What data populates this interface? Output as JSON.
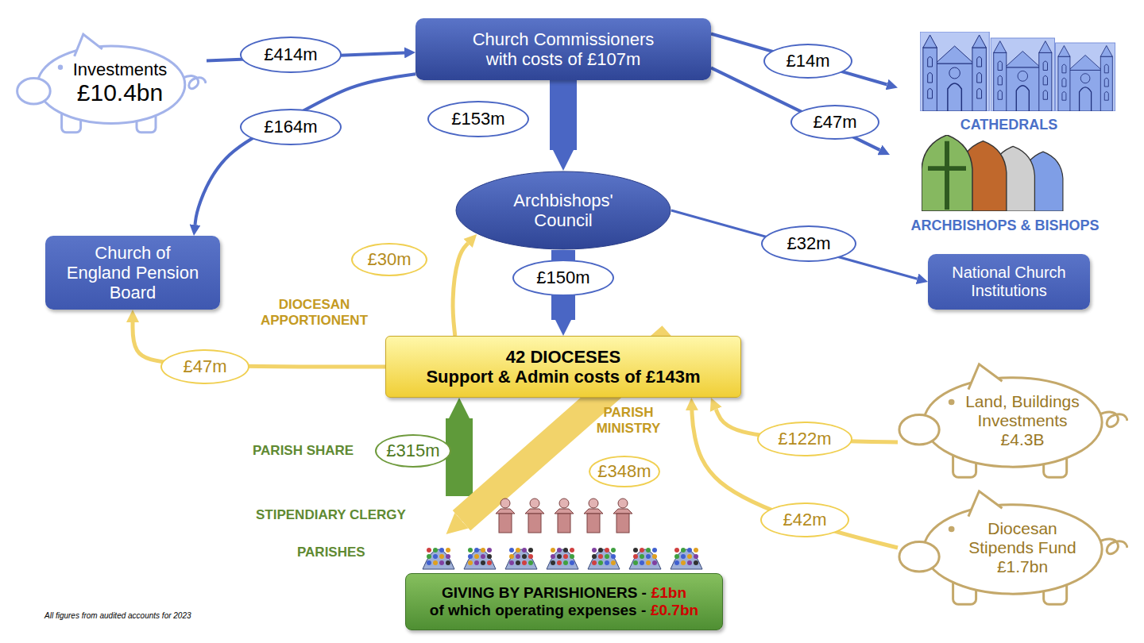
{
  "diagram": {
    "nodes": [
      {
        "text": [
          "Investments",
          "£10.4bn"
        ]
      },
      {
        "text": [
          "Church Commissioners with costs of £107m"
        ]
      },
      {
        "text": [
          "CATHEDRALS"
        ]
      },
      {
        "text": [
          "ARCHBISHOPS & BISHOPS"
        ]
      },
      {
        "text": [
          "Archbishops' Council"
        ]
      },
      {
        "text": [
          "Church of England Pension Board"
        ]
      },
      {
        "text": [
          "National Church Institutions"
        ]
      },
      {
        "text": [
          "42 DIOCESES",
          "Support & Admin costs of £143m"
        ]
      },
      {
        "text": [
          "Land, Buildings Investments £4.3B"
        ]
      },
      {
        "text": [
          "Diocesan Stipends Fund £1.7bn"
        ]
      },
      {
        "text": [
          "STIPENDIARY CLERGY"
        ]
      },
      {
        "text": [
          "PARISHES"
        ]
      },
      {
        "text": [
          "GIVING BY PARISHIONERS -",
          "£1bn",
          "of which operating expenses -",
          "£0.7bn"
        ]
      }
    ],
    "edges": [
      {
        "from": 0,
        "to": 1,
        "label": "£414m",
        "arrow": "to"
      },
      {
        "from": 1,
        "to": 5,
        "label": "£164m",
        "arrow": "to"
      },
      {
        "from": 1,
        "to": 4,
        "label": "£153m",
        "arrow": "to"
      },
      {
        "from": 1,
        "to": 2,
        "label": "£14m",
        "arrow": "to"
      },
      {
        "from": 1,
        "to": 3,
        "label": "£47m",
        "arrow": "to"
      },
      {
        "from": 4,
        "to": 6,
        "label": "£32m",
        "arrow": "to"
      },
      {
        "from": 4,
        "to": 7,
        "label": "£150m",
        "arrow": "to"
      },
      {
        "from": 7,
        "to": 4,
        "label": "£30m",
        "arrow": "to"
      },
      {
        "from": 7,
        "to": 5,
        "label": "£47m",
        "arrow": "to"
      },
      {
        "from": 10,
        "to": 7,
        "label": "£315m",
        "arrow": "to"
      },
      {
        "from": 7,
        "to": 10,
        "label": "£348m",
        "arrow": "to"
      },
      {
        "from": 8,
        "to": 7,
        "label": "£122m",
        "arrow": "to"
      },
      {
        "from": 9,
        "to": 7,
        "label": "£42m",
        "arrow": "to"
      }
    ],
    "labels": [
      "DIOCESAN APPORTIONENT",
      "PARISH MINISTRY",
      "PARISH SHARE",
      "All figures from audited accounts for 2023"
    ]
  }
}
